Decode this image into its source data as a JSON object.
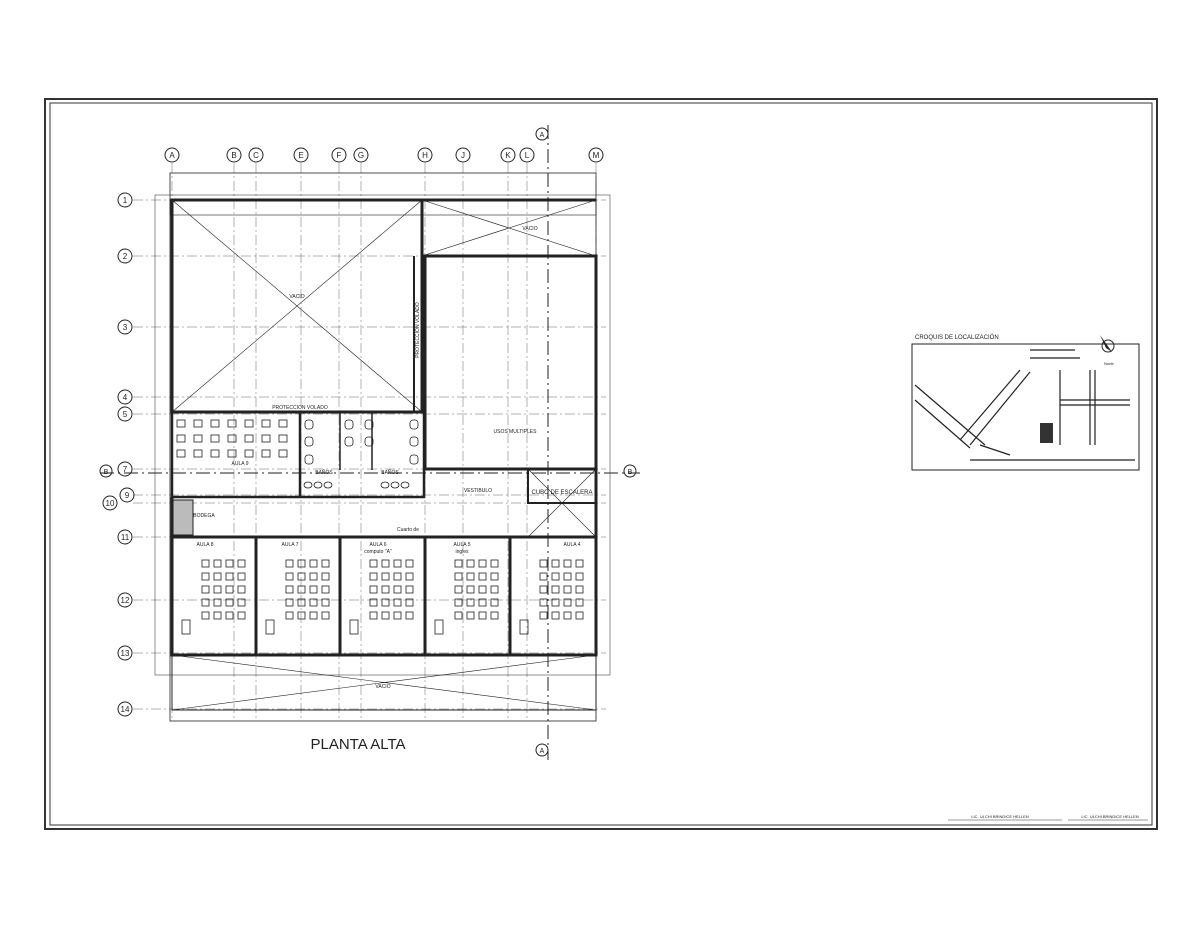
{
  "sheet": {
    "title": "PLANTA ALTA",
    "column_axes": [
      "A",
      "B",
      "C",
      "E",
      "F",
      "G",
      "H",
      "J",
      "K",
      "L",
      "M"
    ],
    "row_axes": [
      "1",
      "2",
      "3",
      "4",
      "5",
      "7",
      "9",
      "10",
      "11",
      "12",
      "13",
      "14"
    ],
    "section_marks": {
      "vertical": "A",
      "horizontal": "B"
    }
  },
  "rooms": {
    "void_top_left": "VACIO",
    "void_top_right": "VACIO",
    "void_bottom": "VACIO",
    "protection_top": "PROTECCION VOLADO",
    "protection_side": "PROTECCION VOLADO",
    "multipurpose": "USOS MULTIPLES",
    "vestibule": "VESTIBULO",
    "stairs": "CUBO DE ESCALERA",
    "bath_women": "BAÑOS",
    "bath_men": "BAÑOS",
    "aula_9": "AULA 9",
    "aula_8": "AULA 8",
    "aula_7": "AULA 7",
    "aula_6": "AULA 6",
    "aula_6_sub": "computo \"A\"",
    "aula_5": "AULA 5",
    "aula_5_sub": "ingles",
    "aula_4": "AULA 4",
    "closet": "Cuarto de",
    "storage": "BODEGA"
  },
  "location_sketch": {
    "title": "CROQUIS DE LOCALIZACIÓN",
    "north": "Norte"
  },
  "title_block": {
    "sig_left": "LIC. ULCHI BRINDICE HELLEN",
    "sig_right": "LIC. ULCHI BRINDICE HELLEN"
  },
  "colors": {
    "line": "#222222",
    "hatch": "#888888"
  }
}
